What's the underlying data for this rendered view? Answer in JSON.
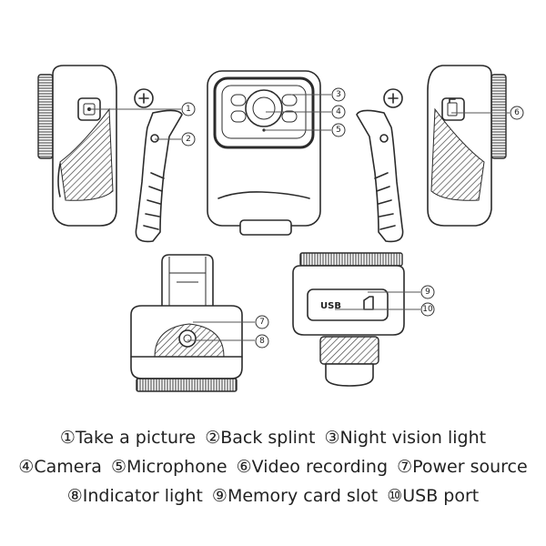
{
  "callouts": [
    "1",
    "2",
    "3",
    "4",
    "5",
    "6",
    "7",
    "8",
    "9",
    "10"
  ],
  "usb_label": "USB",
  "legend": {
    "line1": [
      "①Take a picture",
      "②Back splint",
      "③Night vision light"
    ],
    "line2": [
      "④Camera",
      "⑤Microphone",
      "⑥Video recording",
      "⑦Power source"
    ],
    "line3": [
      "⑧Indicator light",
      "⑨Memory card slot",
      "⑩USB port"
    ]
  }
}
